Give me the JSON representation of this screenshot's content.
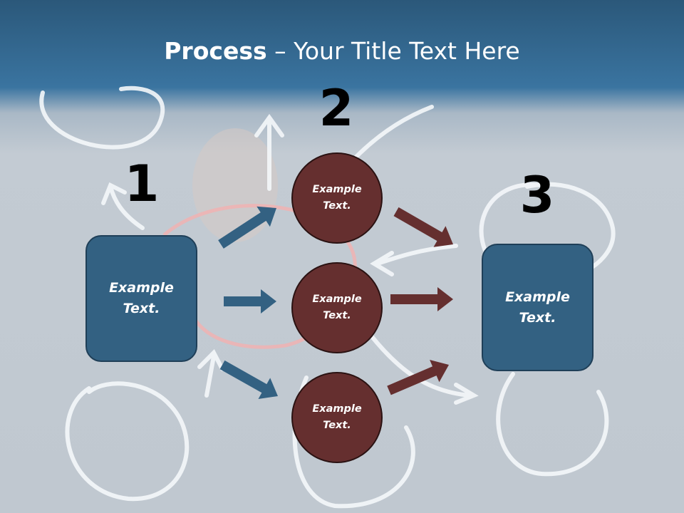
{
  "title": {
    "bold": "Process",
    "rest": " – Your Title Text Here"
  },
  "steps": [
    {
      "number": "1",
      "label_line1": "Example",
      "label_line2": "Text."
    },
    {
      "number": "2"
    },
    {
      "number": "3",
      "label_line1": "Example",
      "label_line2": "Text."
    }
  ],
  "circles": [
    {
      "line1": "Example",
      "line2": "Text."
    },
    {
      "line1": "Example",
      "line2": "Text."
    },
    {
      "line1": "Example",
      "line2": "Text."
    }
  ],
  "colors": {
    "blue": "#336182",
    "maroon": "#652f2f",
    "header": "#3a74a0"
  }
}
